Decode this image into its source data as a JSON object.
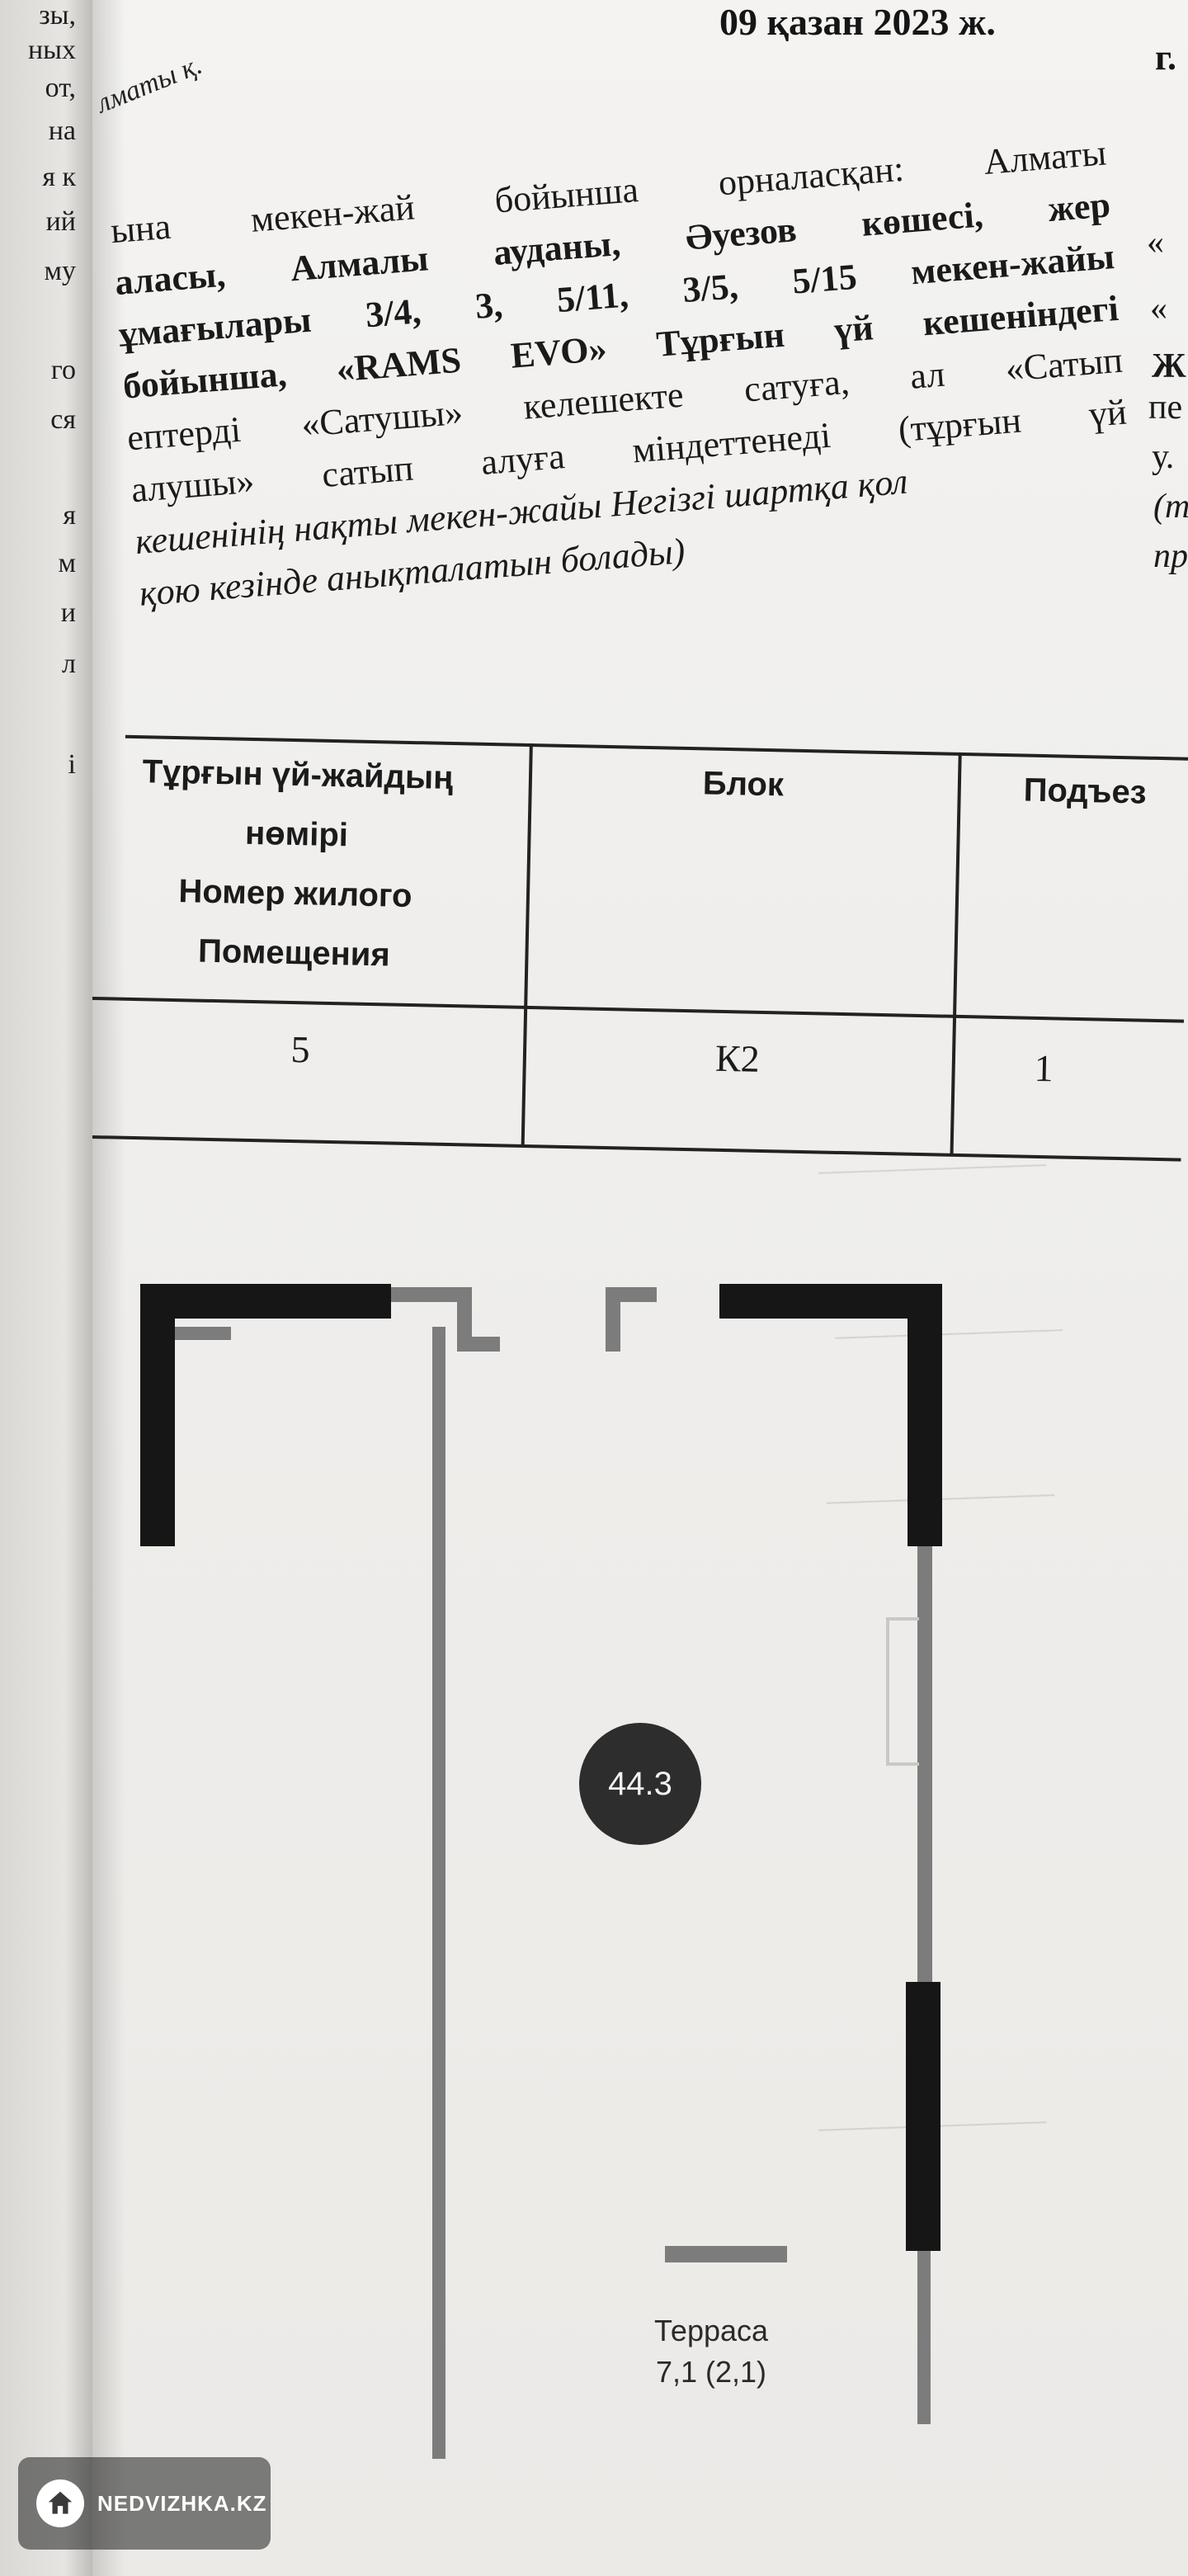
{
  "left_fragments": [
    "зы,",
    "ных",
    "от,",
    "на",
    "я к",
    "ий",
    "му",
    "го",
    "ся",
    "я",
    "м",
    "и",
    "л",
    "і"
  ],
  "header": {
    "date": "09 қазан 2023 ж.",
    "city_letter": "г.",
    "city_small": "лматы қ."
  },
  "paragraph": {
    "lines": [
      "ына мекен-жай бойынша орналасқан: Алматы",
      "аласы, Алмалы ауданы, Әуезов көшесі, жер",
      "ұмағылары 3/4, 3, 5/11, 3/5, 5/15 мекен-жайы",
      "бойынша, «RAMS EVO» Тұрғын үй кешеніндегі",
      "ептерді «Сатушы» келешекте сатуға, ал «Сатып",
      "алушы» сатып алуға міндеттенеді (тұрғын үй",
      "кешенінің нақты мекен-жайы Негізгі шартқа қол",
      "қою кезінде анықталатын болады)"
    ]
  },
  "right_fragments": [
    "«",
    "«",
    "Ж",
    "пе",
    "у.",
    "(т",
    "пр"
  ],
  "table": {
    "headers": {
      "col1": [
        "Тұрғын үй-жайдың",
        "нөмірі",
        "Номер жилого",
        "Помещения"
      ],
      "col2": "Блок",
      "col3": "Подъез"
    },
    "row": {
      "number": "5",
      "block": "К2",
      "entrance": "1"
    }
  },
  "floor_plan": {
    "area": "44.3",
    "terrace_label": "Терраса",
    "terrace_area": "7,1 (2,1)"
  },
  "watermark": {
    "text": "NEDVIZHKA.KZ",
    "icon": "home-icon"
  }
}
